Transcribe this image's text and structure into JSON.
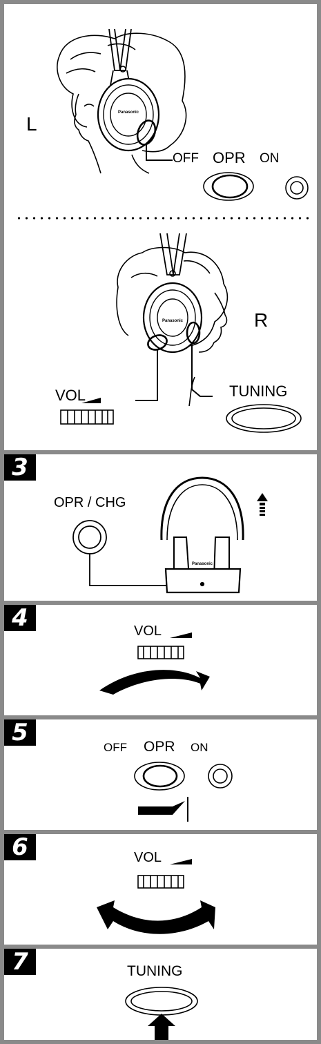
{
  "panel_headphones": {
    "left_label": "L",
    "right_label": "R",
    "left_controls": {
      "off": "OFF",
      "opr": "OPR",
      "on": "ON"
    },
    "right_controls": {
      "vol": "VOL",
      "tuning": "TUNING"
    },
    "brand": "Panasonic"
  },
  "steps": [
    {
      "number": "3",
      "label": "OPR / CHG",
      "brand": "Panasonic"
    },
    {
      "number": "4",
      "label": "VOL"
    },
    {
      "number": "5",
      "labels": {
        "off": "OFF",
        "opr": "OPR",
        "on": "ON"
      }
    },
    {
      "number": "6",
      "label": "VOL"
    },
    {
      "number": "7",
      "label": "TUNING"
    }
  ]
}
